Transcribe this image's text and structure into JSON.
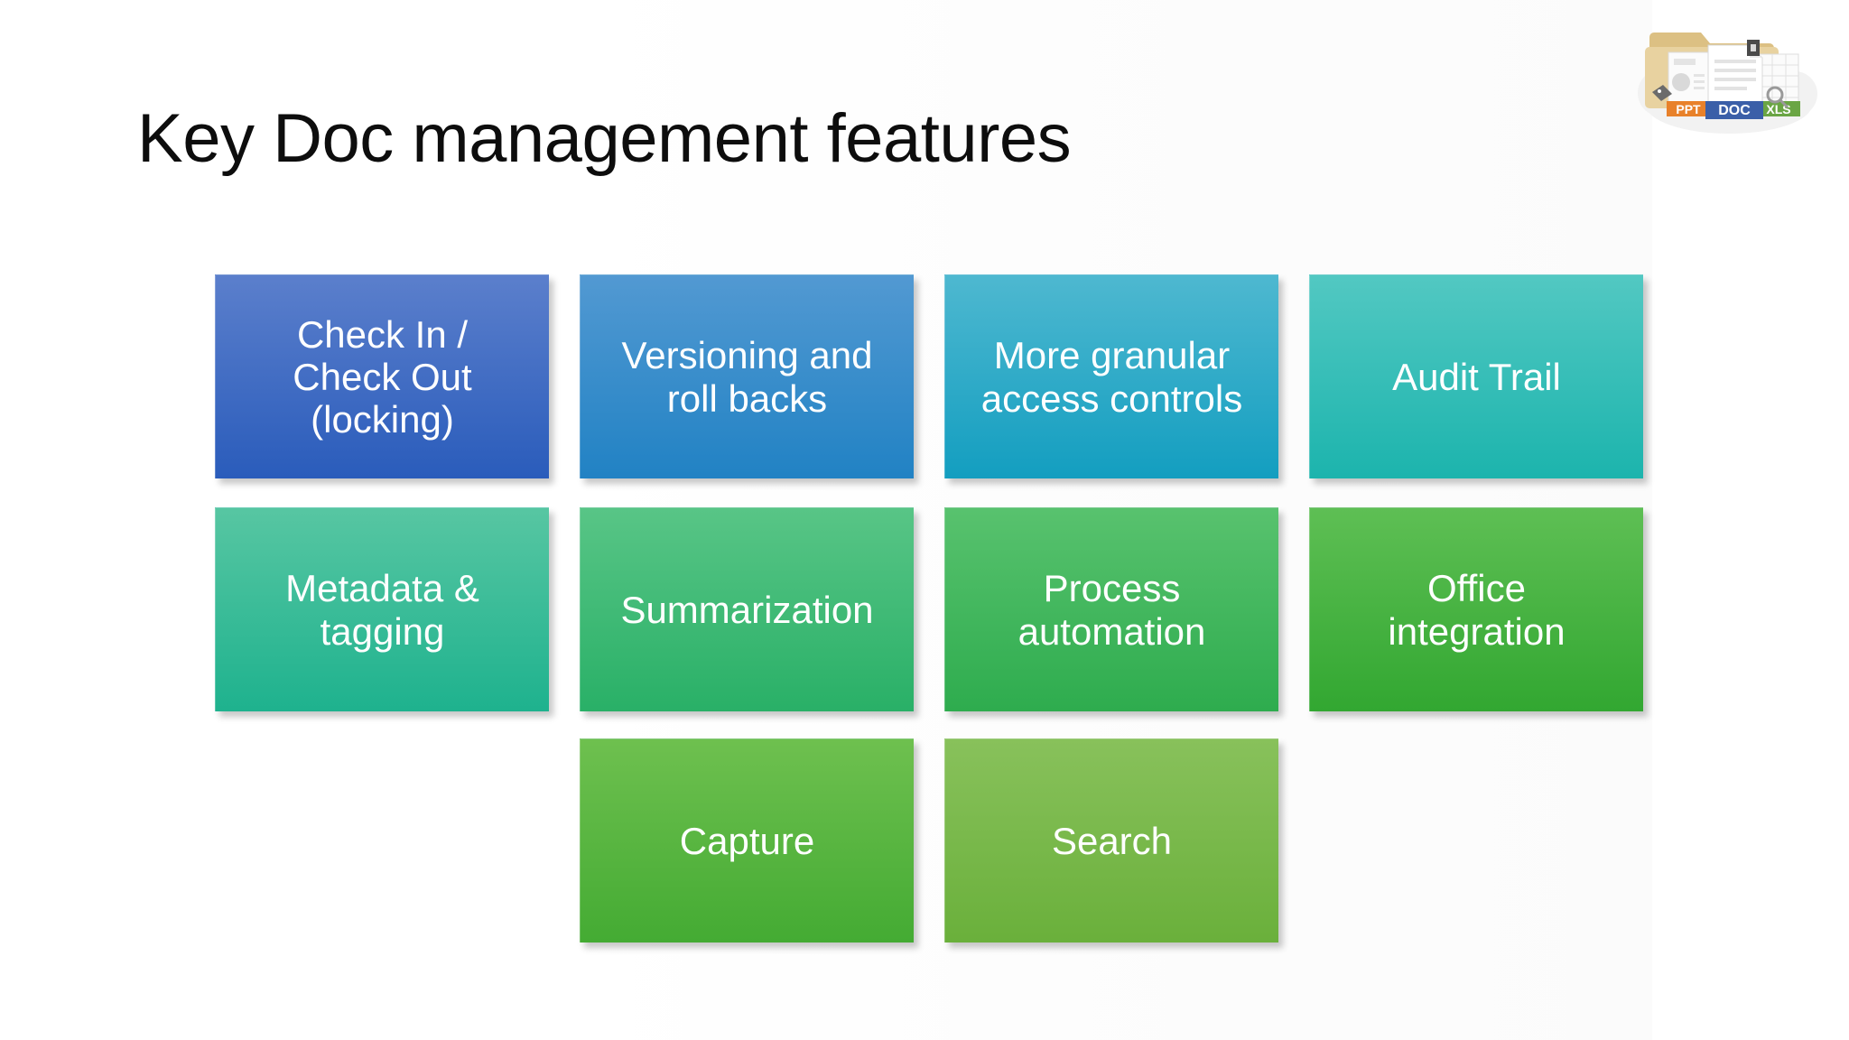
{
  "slide": {
    "title": "Key Doc management features",
    "background_color": "#ffffff"
  },
  "logo": {
    "name": "document-management-logo",
    "labels": [
      "PPT",
      "DOC",
      "XLS"
    ],
    "ppt_color": "#e8812a",
    "doc_color": "#3b5fa8",
    "xls_color": "#6aa544",
    "folder_color": "#e3c88a"
  },
  "tiles": [
    {
      "label": "Check In /\nCheck Out\n(locking)",
      "color_top": "#5b7fcc",
      "color_bottom": "#2a5cbb",
      "row": 0,
      "col": 0
    },
    {
      "label": "Versioning and\nroll backs",
      "color_top": "#5299d2",
      "color_bottom": "#2182c4",
      "row": 0,
      "col": 1
    },
    {
      "label": "More granular\naccess controls",
      "color_top": "#4eb8d0",
      "color_bottom": "#139ec0",
      "row": 0,
      "col": 2
    },
    {
      "label": "Audit Trail",
      "color_top": "#52c8c2",
      "color_bottom": "#1cb4ad",
      "row": 0,
      "col": 3
    },
    {
      "label": "Metadata &\ntagging",
      "color_top": "#57c6a2",
      "color_bottom": "#1eb28e",
      "row": 1,
      "col": 0
    },
    {
      "label": "Summarization",
      "color_top": "#58c586",
      "color_bottom": "#29b067",
      "row": 1,
      "col": 1
    },
    {
      "label": "Process\nautomation",
      "color_top": "#58c26e",
      "color_bottom": "#2eac4e",
      "row": 1,
      "col": 2
    },
    {
      "label": "Office\nintegration",
      "color_top": "#5ebf54",
      "color_bottom": "#32a731",
      "row": 1,
      "col": 3
    },
    {
      "label": "Capture",
      "color_top": "#6ec04f",
      "color_bottom": "#44ab33",
      "row": 2,
      "col": 1
    },
    {
      "label": "Search",
      "color_top": "#88c15b",
      "color_bottom": "#6ab03b",
      "row": 2,
      "col": 2
    }
  ]
}
